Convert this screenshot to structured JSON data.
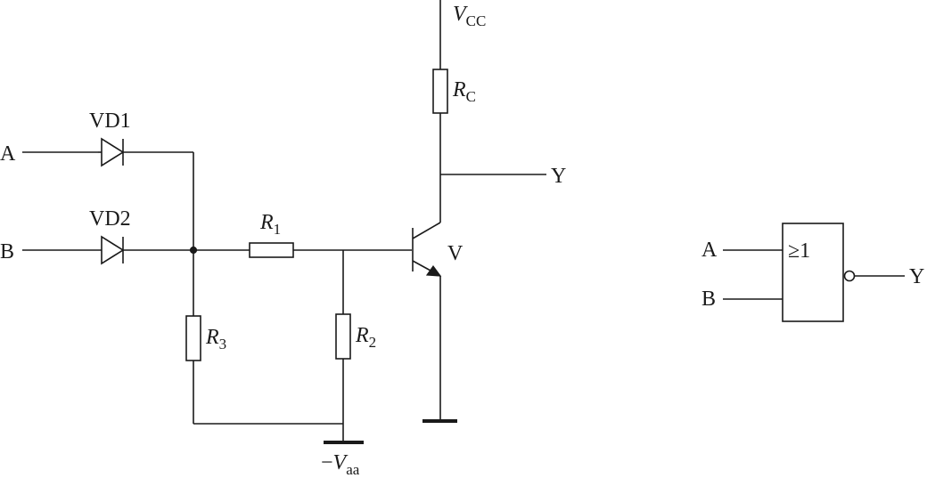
{
  "circuit": {
    "input_a": "A",
    "input_b": "B",
    "output": "Y",
    "diode1": "VD1",
    "diode2": "VD2",
    "transistor": "V",
    "supply_v": "V",
    "supply_sub": "CC",
    "neg_supply_prefix": "−",
    "neg_supply_v": "V",
    "neg_supply_sub": "aa",
    "rc_r": "R",
    "rc_sub": "C",
    "r1_r": "R",
    "r1_sub": "1",
    "r2_r": "R",
    "r2_sub": "2",
    "r3_r": "R",
    "r3_sub": "3"
  },
  "gate": {
    "input_a": "A",
    "input_b": "B",
    "output": "Y",
    "symbol": "≥1"
  }
}
